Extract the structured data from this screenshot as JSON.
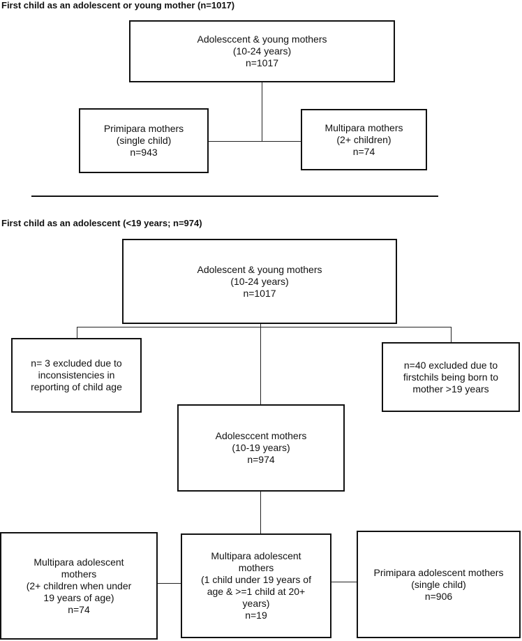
{
  "section1": {
    "heading": "First child as an adolescent or young mother (n=1017)",
    "root": {
      "lines": [
        "Adolesccent & young mothers",
        "(10-24 years)",
        "n=1017"
      ]
    },
    "left": {
      "lines": [
        "Primipara mothers",
        "(single child)",
        "n=943"
      ]
    },
    "right": {
      "lines": [
        "Multipara mothers",
        "(2+ children)",
        "n=74"
      ]
    }
  },
  "section2": {
    "heading": "First child as an adolescent (<19 years; n=974)",
    "root": {
      "lines": [
        "Adolescent & young mothers",
        "(10-24 years)",
        "n=1017"
      ]
    },
    "exclude_left": {
      "lines": [
        "n= 3 excluded due to",
        "inconsistencies in",
        "reporting of child age"
      ]
    },
    "exclude_right": {
      "lines": [
        "n=40 excluded due to",
        "firstchils being born to",
        "mother >19 years"
      ]
    },
    "middle": {
      "lines": [
        "Adolesccent mothers",
        "(10-19 years)",
        "n=974"
      ]
    },
    "bottom_left": {
      "lines": [
        "Multipara adolescent",
        "mothers",
        "(2+ children when under",
        "19 years of age)",
        "n=74"
      ]
    },
    "bottom_center": {
      "lines": [
        "Multipara adolescent",
        "mothers",
        "(1 child under 19 years of",
        "age & >=1 child at 20+",
        "years)",
        "n=19"
      ]
    },
    "bottom_right": {
      "lines": [
        "Primipara adolescent mothers",
        "(single child)",
        "n=906"
      ]
    }
  }
}
